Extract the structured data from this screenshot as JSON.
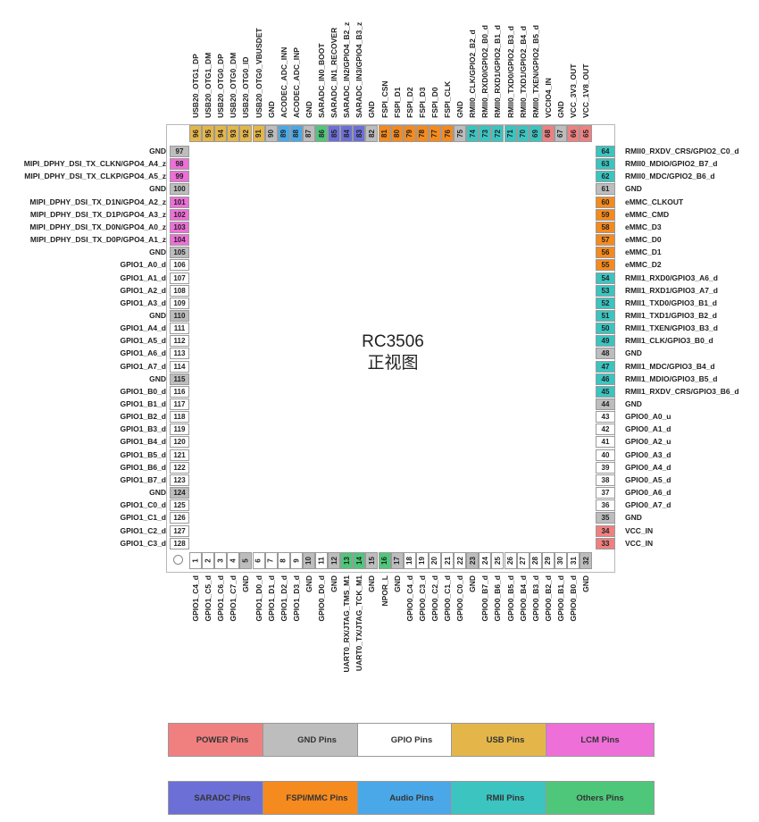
{
  "chip": {
    "title": "RC3506",
    "subtitle": "正视图"
  },
  "colors": {
    "power": "#f08080",
    "gnd": "#bdbdbd",
    "gpio": "#ffffff",
    "usb": "#e4b64a",
    "lcm": "#ee6fd8",
    "saradc": "#6b6fd6",
    "fspi": "#f58a1e",
    "audio": "#4aa8e8",
    "rmii": "#3cc4c0",
    "others": "#4fc77a"
  },
  "top_pins": [
    {
      "num": "96",
      "name": "USB20_OTG1_DP",
      "type": "usb"
    },
    {
      "num": "95",
      "name": "USB20_OTG1_DM",
      "type": "usb"
    },
    {
      "num": "94",
      "name": "USB20_OTG0_DP",
      "type": "usb"
    },
    {
      "num": "93",
      "name": "USB20_OTG0_DM",
      "type": "usb"
    },
    {
      "num": "92",
      "name": "USB20_OTG0_ID",
      "type": "usb"
    },
    {
      "num": "91",
      "name": "USB20_OTG0_VBUSDET",
      "type": "usb"
    },
    {
      "num": "90",
      "name": "GND",
      "type": "gnd"
    },
    {
      "num": "89",
      "name": "ACODEC_ADC_INN",
      "type": "audio"
    },
    {
      "num": "88",
      "name": "ACODEC_ADC_INP",
      "type": "audio"
    },
    {
      "num": "87",
      "name": "GND",
      "type": "gnd"
    },
    {
      "num": "86",
      "name": "SARADC_IN0_BOOT",
      "type": "others"
    },
    {
      "num": "85",
      "name": "SARADC_IN1_RECOVER",
      "type": "saradc"
    },
    {
      "num": "84",
      "name": "SARADC_IN2/GPIO4_B2_z",
      "type": "saradc"
    },
    {
      "num": "83",
      "name": "SARADC_IN3/GPIO4_B3_z",
      "type": "saradc"
    },
    {
      "num": "82",
      "name": "GND",
      "type": "gnd"
    },
    {
      "num": "81",
      "name": "FSPI_CSN",
      "type": "fspi"
    },
    {
      "num": "80",
      "name": "FSPI_D1",
      "type": "fspi"
    },
    {
      "num": "79",
      "name": "FSPI_D2",
      "type": "fspi"
    },
    {
      "num": "78",
      "name": "FSPI_D3",
      "type": "fspi"
    },
    {
      "num": "77",
      "name": "FSPI_D0",
      "type": "fspi"
    },
    {
      "num": "76",
      "name": "FSPI_CLK",
      "type": "fspi"
    },
    {
      "num": "75",
      "name": "GND",
      "type": "gnd"
    },
    {
      "num": "74",
      "name": "RMII0_CLK/GPIO2_B2_d",
      "type": "rmii"
    },
    {
      "num": "73",
      "name": "RMII0_RXD0/GPIO2_B0_d",
      "type": "rmii"
    },
    {
      "num": "72",
      "name": "RMII0_RXD1/GPIO2_B1_d",
      "type": "rmii"
    },
    {
      "num": "71",
      "name": "RMII0_TXD0/GPIO2_B3_d",
      "type": "rmii"
    },
    {
      "num": "70",
      "name": "RMII0_TXD1/GPIO2_B4_d",
      "type": "rmii"
    },
    {
      "num": "69",
      "name": "RMII0_TXEN/GPIO2_B5_d",
      "type": "rmii"
    },
    {
      "num": "68",
      "name": "VCCIO4_IN",
      "type": "power"
    },
    {
      "num": "67",
      "name": "GND",
      "type": "gnd"
    },
    {
      "num": "66",
      "name": "VCC_3V3_OUT",
      "type": "power"
    },
    {
      "num": "65",
      "name": "VCC_1V8_OUT",
      "type": "power"
    }
  ],
  "left_pins": [
    {
      "num": "97",
      "name": "GND",
      "type": "gnd"
    },
    {
      "num": "98",
      "name": "MIPI_DPHY_DSI_TX_CLKN/GPO4_A4_z",
      "type": "lcm"
    },
    {
      "num": "99",
      "name": "MIPI_DPHY_DSI_TX_CLKP/GPO4_A5_z",
      "type": "lcm"
    },
    {
      "num": "100",
      "name": "GND",
      "type": "gnd"
    },
    {
      "num": "101",
      "name": "MIPI_DPHY_DSI_TX_D1N/GPO4_A2_z",
      "type": "lcm"
    },
    {
      "num": "102",
      "name": "MIPI_DPHY_DSI_TX_D1P/GPO4_A3_z",
      "type": "lcm"
    },
    {
      "num": "103",
      "name": "MIPI_DPHY_DSI_TX_D0N/GPO4_A0_z",
      "type": "lcm"
    },
    {
      "num": "104",
      "name": "MIPI_DPHY_DSI_TX_D0P/GPO4_A1_z",
      "type": "lcm"
    },
    {
      "num": "105",
      "name": "GND",
      "type": "gnd"
    },
    {
      "num": "106",
      "name": "GPIO1_A0_d",
      "type": "gpio"
    },
    {
      "num": "107",
      "name": "GPIO1_A1_d",
      "type": "gpio"
    },
    {
      "num": "108",
      "name": "GPIO1_A2_d",
      "type": "gpio"
    },
    {
      "num": "109",
      "name": "GPIO1_A3_d",
      "type": "gpio"
    },
    {
      "num": "110",
      "name": "GND",
      "type": "gnd"
    },
    {
      "num": "111",
      "name": "GPIO1_A4_d",
      "type": "gpio"
    },
    {
      "num": "112",
      "name": "GPIO1_A5_d",
      "type": "gpio"
    },
    {
      "num": "113",
      "name": "GPIO1_A6_d",
      "type": "gpio"
    },
    {
      "num": "114",
      "name": "GPIO1_A7_d",
      "type": "gpio"
    },
    {
      "num": "115",
      "name": "GND",
      "type": "gnd"
    },
    {
      "num": "116",
      "name": "GPIO1_B0_d",
      "type": "gpio"
    },
    {
      "num": "117",
      "name": "GPIO1_B1_d",
      "type": "gpio"
    },
    {
      "num": "118",
      "name": "GPIO1_B2_d",
      "type": "gpio"
    },
    {
      "num": "119",
      "name": "GPIO1_B3_d",
      "type": "gpio"
    },
    {
      "num": "120",
      "name": "GPIO1_B4_d",
      "type": "gpio"
    },
    {
      "num": "121",
      "name": "GPIO1_B5_d",
      "type": "gpio"
    },
    {
      "num": "122",
      "name": "GPIO1_B6_d",
      "type": "gpio"
    },
    {
      "num": "123",
      "name": "GPIO1_B7_d",
      "type": "gpio"
    },
    {
      "num": "124",
      "name": "GND",
      "type": "gnd"
    },
    {
      "num": "125",
      "name": "GPIO1_C0_d",
      "type": "gpio"
    },
    {
      "num": "126",
      "name": "GPIO1_C1_d",
      "type": "gpio"
    },
    {
      "num": "127",
      "name": "GPIO1_C2_d",
      "type": "gpio"
    },
    {
      "num": "128",
      "name": "GPIO1_C3_d",
      "type": "gpio"
    }
  ],
  "right_pins": [
    {
      "num": "64",
      "name": "RMII0_RXDV_CRS/GPIO2_C0_d",
      "type": "rmii"
    },
    {
      "num": "63",
      "name": "RMII0_MDIO/GPIO2_B7_d",
      "type": "rmii"
    },
    {
      "num": "62",
      "name": "RMII0_MDC/GPIO2_B6_d",
      "type": "rmii"
    },
    {
      "num": "61",
      "name": "GND",
      "type": "gnd"
    },
    {
      "num": "60",
      "name": "eMMC_CLKOUT",
      "type": "fspi"
    },
    {
      "num": "59",
      "name": "eMMC_CMD",
      "type": "fspi"
    },
    {
      "num": "58",
      "name": "eMMC_D3",
      "type": "fspi"
    },
    {
      "num": "57",
      "name": "eMMC_D0",
      "type": "fspi"
    },
    {
      "num": "56",
      "name": "eMMC_D1",
      "type": "fspi"
    },
    {
      "num": "55",
      "name": "eMMC_D2",
      "type": "fspi"
    },
    {
      "num": "54",
      "name": "RMII1_RXD0/GPIO3_A6_d",
      "type": "rmii"
    },
    {
      "num": "53",
      "name": "RMII1_RXD1/GPIO3_A7_d",
      "type": "rmii"
    },
    {
      "num": "52",
      "name": "RMII1_TXD0/GPIO3_B1_d",
      "type": "rmii"
    },
    {
      "num": "51",
      "name": "RMII1_TXD1/GPIO3_B2_d",
      "type": "rmii"
    },
    {
      "num": "50",
      "name": "RMII1_TXEN/GPIO3_B3_d",
      "type": "rmii"
    },
    {
      "num": "49",
      "name": "RMII1_CLK/GPIO3_B0_d",
      "type": "rmii"
    },
    {
      "num": "48",
      "name": "GND",
      "type": "gnd"
    },
    {
      "num": "47",
      "name": "RMII1_MDC/GPIO3_B4_d",
      "type": "rmii"
    },
    {
      "num": "46",
      "name": "RMII1_MDIO/GPIO3_B5_d",
      "type": "rmii"
    },
    {
      "num": "45",
      "name": "RMII1_RXDV_CRS/GPIO3_B6_d",
      "type": "rmii"
    },
    {
      "num": "44",
      "name": "GND",
      "type": "gnd"
    },
    {
      "num": "43",
      "name": "GPIO0_A0_u",
      "type": "gpio"
    },
    {
      "num": "42",
      "name": "GPIO0_A1_d",
      "type": "gpio"
    },
    {
      "num": "41",
      "name": "GPIO0_A2_u",
      "type": "gpio"
    },
    {
      "num": "40",
      "name": "GPIO0_A3_d",
      "type": "gpio"
    },
    {
      "num": "39",
      "name": "GPIO0_A4_d",
      "type": "gpio"
    },
    {
      "num": "38",
      "name": "GPIO0_A5_d",
      "type": "gpio"
    },
    {
      "num": "37",
      "name": "GPIO0_A6_d",
      "type": "gpio"
    },
    {
      "num": "36",
      "name": "GPIO0_A7_d",
      "type": "gpio"
    },
    {
      "num": "35",
      "name": "GND",
      "type": "gnd"
    },
    {
      "num": "34",
      "name": "VCC_IN",
      "type": "power"
    },
    {
      "num": "33",
      "name": "VCC_IN",
      "type": "power"
    }
  ],
  "bottom_pins": [
    {
      "num": "1",
      "name": "GPIO1_C4_d",
      "type": "gpio"
    },
    {
      "num": "2",
      "name": "GPIO1_C5_d",
      "type": "gpio"
    },
    {
      "num": "3",
      "name": "GPIO1_C6_d",
      "type": "gpio"
    },
    {
      "num": "4",
      "name": "GPIO1_C7_d",
      "type": "gpio"
    },
    {
      "num": "5",
      "name": "GND",
      "type": "gnd"
    },
    {
      "num": "6",
      "name": "GPIO1_D0_d",
      "type": "gpio"
    },
    {
      "num": "7",
      "name": "GPIO1_D1_d",
      "type": "gpio"
    },
    {
      "num": "8",
      "name": "GPIO1_D2_d",
      "type": "gpio"
    },
    {
      "num": "9",
      "name": "GPIO1_D3_d",
      "type": "gpio"
    },
    {
      "num": "10",
      "name": "GND",
      "type": "gnd"
    },
    {
      "num": "11",
      "name": "GPIO0_D0_d",
      "type": "gpio"
    },
    {
      "num": "12",
      "name": "GND",
      "type": "gnd"
    },
    {
      "num": "13",
      "name": "UART0_RX/JTAG_TMS_M1",
      "type": "others"
    },
    {
      "num": "14",
      "name": "UART0_TX/JTAG_TCK_M1",
      "type": "others"
    },
    {
      "num": "15",
      "name": "GND",
      "type": "gnd"
    },
    {
      "num": "16",
      "name": "NPOR_L",
      "type": "others"
    },
    {
      "num": "17",
      "name": "GND",
      "type": "gnd"
    },
    {
      "num": "18",
      "name": "GPIO0_C4_d",
      "type": "gpio"
    },
    {
      "num": "19",
      "name": "GPIO0_C3_d",
      "type": "gpio"
    },
    {
      "num": "20",
      "name": "GPIO0_C2_d",
      "type": "gpio"
    },
    {
      "num": "21",
      "name": "GPIO0_C1_d",
      "type": "gpio"
    },
    {
      "num": "22",
      "name": "GPIO0_C0_d",
      "type": "gpio"
    },
    {
      "num": "23",
      "name": "GND",
      "type": "gnd"
    },
    {
      "num": "24",
      "name": "GPIO0_B7_d",
      "type": "gpio"
    },
    {
      "num": "25",
      "name": "GPIO0_B6_d",
      "type": "gpio"
    },
    {
      "num": "26",
      "name": "GPIO0_B5_d",
      "type": "gpio"
    },
    {
      "num": "27",
      "name": "GPIO0_B4_d",
      "type": "gpio"
    },
    {
      "num": "28",
      "name": "GPIO0_B3_d",
      "type": "gpio"
    },
    {
      "num": "29",
      "name": "GPIO0_B2_d",
      "type": "gpio"
    },
    {
      "num": "30",
      "name": "GPIO0_B1_d",
      "type": "gpio"
    },
    {
      "num": "31",
      "name": "GPIO0_B0_d",
      "type": "gpio"
    },
    {
      "num": "32",
      "name": "GND",
      "type": "gnd"
    }
  ],
  "legend": [
    {
      "label": "POWER Pins",
      "type": "power"
    },
    {
      "label": "GND Pins",
      "type": "gnd"
    },
    {
      "label": "GPIO Pins",
      "type": "gpio"
    },
    {
      "label": "USB Pins",
      "type": "usb"
    },
    {
      "label": "LCM Pins",
      "type": "lcm"
    },
    {
      "label": "SARADC Pins",
      "type": "saradc"
    },
    {
      "label": "FSPI/MMC Pins",
      "type": "fspi"
    },
    {
      "label": "Audio Pins",
      "type": "audio"
    },
    {
      "label": "RMII Pins",
      "type": "rmii"
    },
    {
      "label": "Others Pins",
      "type": "others"
    }
  ]
}
